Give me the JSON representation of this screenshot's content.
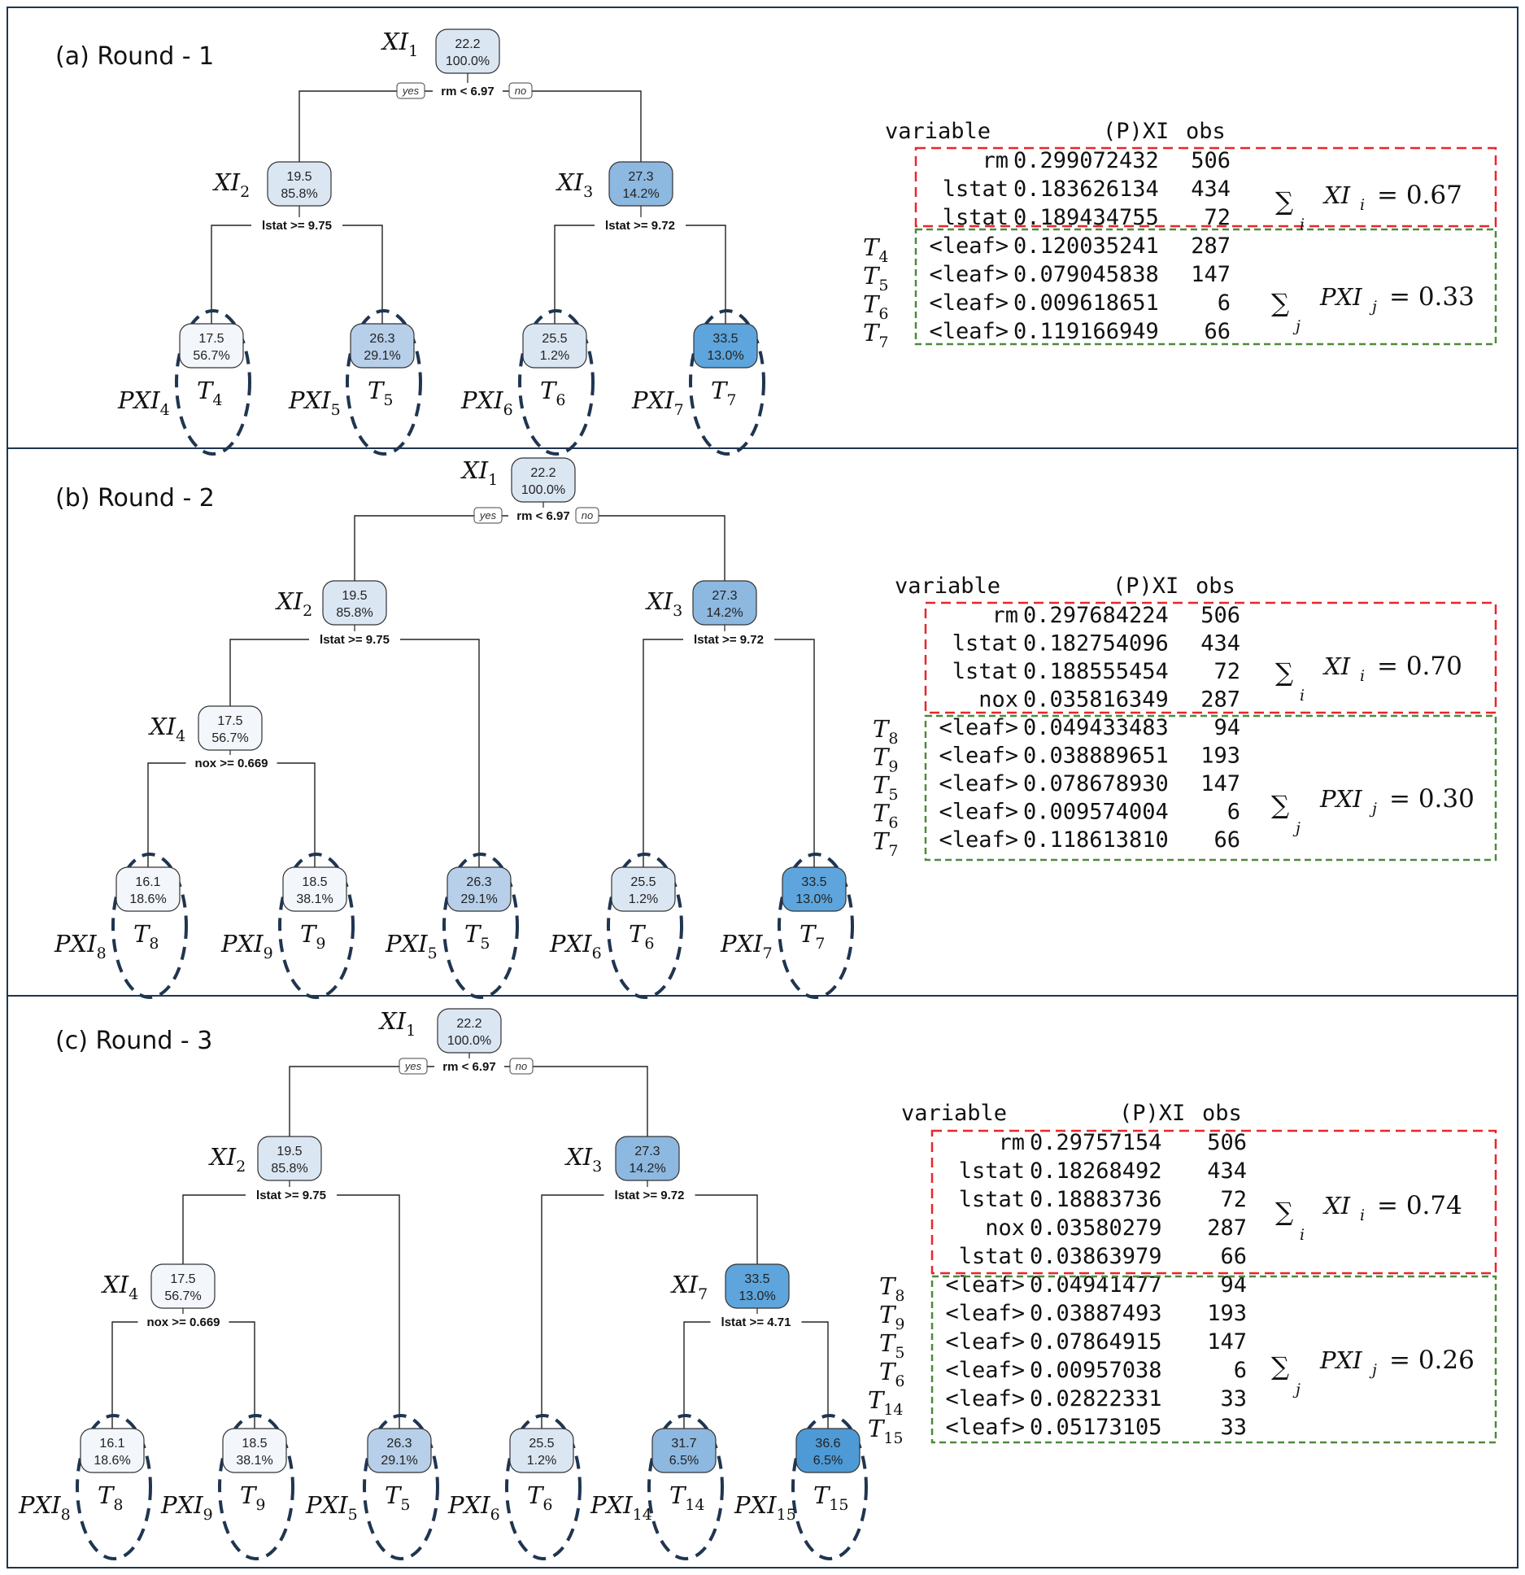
{
  "panels": [
    {
      "title": "(a)   Round - 1",
      "root": {
        "label": "XI",
        "sub": "1",
        "value": "22.2",
        "percent": "100.0%"
      },
      "root_split": "rm < 6.97",
      "yes": "yes",
      "no": "no",
      "internal_nodes": [
        {
          "label": "XI",
          "sub": "2",
          "value": "19.5",
          "percent": "85.8%",
          "split": "lstat >= 9.75",
          "shade": 1
        },
        {
          "label": "XI",
          "sub": "3",
          "value": "27.3",
          "percent": "14.2%",
          "split": "lstat >= 9.72",
          "shade": 3
        }
      ],
      "leaves": [
        {
          "value": "17.5",
          "percent": "56.7%",
          "t_sub": "4",
          "pxi_sub": "4",
          "shade": 0
        },
        {
          "value": "26.3",
          "percent": "29.1%",
          "t_sub": "5",
          "pxi_sub": "5",
          "shade": 2
        },
        {
          "value": "25.5",
          "percent": "1.2%",
          "t_sub": "6",
          "pxi_sub": "6",
          "shade": 1
        },
        {
          "value": "33.5",
          "percent": "13.0%",
          "t_sub": "7",
          "pxi_sub": "7",
          "shade": 4
        }
      ],
      "table_header": {
        "variable": "variable",
        "pxi": "(P)XI",
        "obs": "obs"
      },
      "xi_rows": [
        {
          "t_label": "",
          "variable": "rm",
          "value": "0.299072432",
          "obs": "506"
        },
        {
          "t_label": "",
          "variable": "lstat",
          "value": "0.183626134",
          "obs": "434"
        },
        {
          "t_label": "",
          "variable": "lstat",
          "value": "0.189434755",
          "obs": "72"
        }
      ],
      "pxi_rows": [
        {
          "t_label": "4",
          "variable": "<leaf>",
          "value": "0.120035241",
          "obs": "287"
        },
        {
          "t_label": "5",
          "variable": "<leaf>",
          "value": "0.079045838",
          "obs": "147"
        },
        {
          "t_label": "6",
          "variable": "<leaf>",
          "value": "0.009618651",
          "obs": "6"
        },
        {
          "t_label": "7",
          "variable": "<leaf>",
          "value": "0.119166949",
          "obs": "66"
        }
      ],
      "sum_xi": {
        "var": "XI",
        "index": "i",
        "value": "= 0.67"
      },
      "sum_pxi": {
        "var": "PXI",
        "index": "j",
        "value": "= 0.33"
      }
    },
    {
      "title": "(b)   Round - 2",
      "root": {
        "label": "XI",
        "sub": "1",
        "value": "22.2",
        "percent": "100.0%"
      },
      "root_split": "rm < 6.97",
      "yes": "yes",
      "no": "no",
      "internal_nodes": [
        {
          "label": "XI",
          "sub": "2",
          "value": "19.5",
          "percent": "85.8%",
          "split": "lstat >= 9.75",
          "shade": 1
        },
        {
          "label": "XI",
          "sub": "3",
          "value": "27.3",
          "percent": "14.2%",
          "split": "lstat >= 9.72",
          "shade": 3
        },
        {
          "label": "XI",
          "sub": "4",
          "value": "17.5",
          "percent": "56.7%",
          "split": "nox >= 0.669",
          "shade": 0
        }
      ],
      "leaves": [
        {
          "value": "16.1",
          "percent": "18.6%",
          "t_sub": "8",
          "pxi_sub": "8",
          "shade": 0
        },
        {
          "value": "18.5",
          "percent": "38.1%",
          "t_sub": "9",
          "pxi_sub": "9",
          "shade": 0
        },
        {
          "value": "26.3",
          "percent": "29.1%",
          "t_sub": "5",
          "pxi_sub": "5",
          "shade": 2
        },
        {
          "value": "25.5",
          "percent": "1.2%",
          "t_sub": "6",
          "pxi_sub": "6",
          "shade": 1
        },
        {
          "value": "33.5",
          "percent": "13.0%",
          "t_sub": "7",
          "pxi_sub": "7",
          "shade": 4
        }
      ],
      "table_header": {
        "variable": "variable",
        "pxi": "(P)XI",
        "obs": "obs"
      },
      "xi_rows": [
        {
          "t_label": "",
          "variable": "rm",
          "value": "0.297684224",
          "obs": "506"
        },
        {
          "t_label": "",
          "variable": "lstat",
          "value": "0.182754096",
          "obs": "434"
        },
        {
          "t_label": "",
          "variable": "lstat",
          "value": "0.188555454",
          "obs": "72"
        },
        {
          "t_label": "",
          "variable": "nox",
          "value": "0.035816349",
          "obs": "287"
        }
      ],
      "pxi_rows": [
        {
          "t_label": "8",
          "variable": "<leaf>",
          "value": "0.049433483",
          "obs": "94"
        },
        {
          "t_label": "9",
          "variable": "<leaf>",
          "value": "0.038889651",
          "obs": "193"
        },
        {
          "t_label": "5",
          "variable": "<leaf>",
          "value": "0.078678930",
          "obs": "147"
        },
        {
          "t_label": "6",
          "variable": "<leaf>",
          "value": "0.009574004",
          "obs": "6"
        },
        {
          "t_label": "7",
          "variable": "<leaf>",
          "value": "0.118613810",
          "obs": "66"
        }
      ],
      "sum_xi": {
        "var": "XI",
        "index": "i",
        "value": "= 0.70"
      },
      "sum_pxi": {
        "var": "PXI",
        "index": "j",
        "value": "= 0.30"
      }
    },
    {
      "title": "(c)   Round - 3",
      "root": {
        "label": "XI",
        "sub": "1",
        "value": "22.2",
        "percent": "100.0%"
      },
      "root_split": "rm < 6.97",
      "yes": "yes",
      "no": "no",
      "internal_nodes": [
        {
          "label": "XI",
          "sub": "2",
          "value": "19.5",
          "percent": "85.8%",
          "split": "lstat >= 9.75",
          "shade": 1
        },
        {
          "label": "XI",
          "sub": "3",
          "value": "27.3",
          "percent": "14.2%",
          "split": "lstat >= 9.72",
          "shade": 3
        },
        {
          "label": "XI",
          "sub": "4",
          "value": "17.5",
          "percent": "56.7%",
          "split": "nox >= 0.669",
          "shade": 0
        },
        {
          "label": "XI",
          "sub": "7",
          "value": "33.5",
          "percent": "13.0%",
          "split": "lstat >= 4.71",
          "shade": 4
        }
      ],
      "leaves": [
        {
          "value": "16.1",
          "percent": "18.6%",
          "t_sub": "8",
          "pxi_sub": "8",
          "shade": 0
        },
        {
          "value": "18.5",
          "percent": "38.1%",
          "t_sub": "9",
          "pxi_sub": "9",
          "shade": 0
        },
        {
          "value": "26.3",
          "percent": "29.1%",
          "t_sub": "5",
          "pxi_sub": "5",
          "shade": 2
        },
        {
          "value": "25.5",
          "percent": "1.2%",
          "t_sub": "6",
          "pxi_sub": "6",
          "shade": 1
        },
        {
          "value": "31.7",
          "percent": "6.5%",
          "t_sub": "14",
          "pxi_sub": "14",
          "shade": 3
        },
        {
          "value": "36.6",
          "percent": "6.5%",
          "t_sub": "15",
          "pxi_sub": "15",
          "shade": 5
        }
      ],
      "table_header": {
        "variable": "variable",
        "pxi": "(P)XI",
        "obs": "obs"
      },
      "xi_rows": [
        {
          "t_label": "",
          "variable": "rm",
          "value": "0.29757154",
          "obs": "506"
        },
        {
          "t_label": "",
          "variable": "lstat",
          "value": "0.18268492",
          "obs": "434"
        },
        {
          "t_label": "",
          "variable": "lstat",
          "value": "0.18883736",
          "obs": "72"
        },
        {
          "t_label": "",
          "variable": "nox",
          "value": "0.03580279",
          "obs": "287"
        },
        {
          "t_label": "",
          "variable": "lstat",
          "value": "0.03863979",
          "obs": "66"
        }
      ],
      "pxi_rows": [
        {
          "t_label": "8",
          "variable": "<leaf>",
          "value": "0.04941477",
          "obs": "94"
        },
        {
          "t_label": "9",
          "variable": "<leaf>",
          "value": "0.03887493",
          "obs": "193"
        },
        {
          "t_label": "5",
          "variable": "<leaf>",
          "value": "0.07864915",
          "obs": "147"
        },
        {
          "t_label": "6",
          "variable": "<leaf>",
          "value": "0.00957038",
          "obs": "6"
        },
        {
          "t_label": "14",
          "variable": "<leaf>",
          "value": "0.02822331",
          "obs": "33"
        },
        {
          "t_label": "15",
          "variable": "<leaf>",
          "value": "0.05173105",
          "obs": "33"
        }
      ],
      "sum_xi": {
        "var": "XI",
        "index": "i",
        "value": "= 0.74"
      },
      "sum_pxi": {
        "var": "PXI",
        "index": "j",
        "value": "= 0.26"
      }
    }
  ],
  "colors": {
    "panel_border": "#1f3550",
    "node_shades": [
      "#f3f6fb",
      "#dbe6f3",
      "#b7cfe9",
      "#8db8e0",
      "#5da5dc",
      "#4e9ad6"
    ],
    "node_border": "#333333",
    "leaf_ellipse": "#1f3550",
    "xi_box": "#e8262a",
    "pxi_box": "#4c8a3b"
  }
}
